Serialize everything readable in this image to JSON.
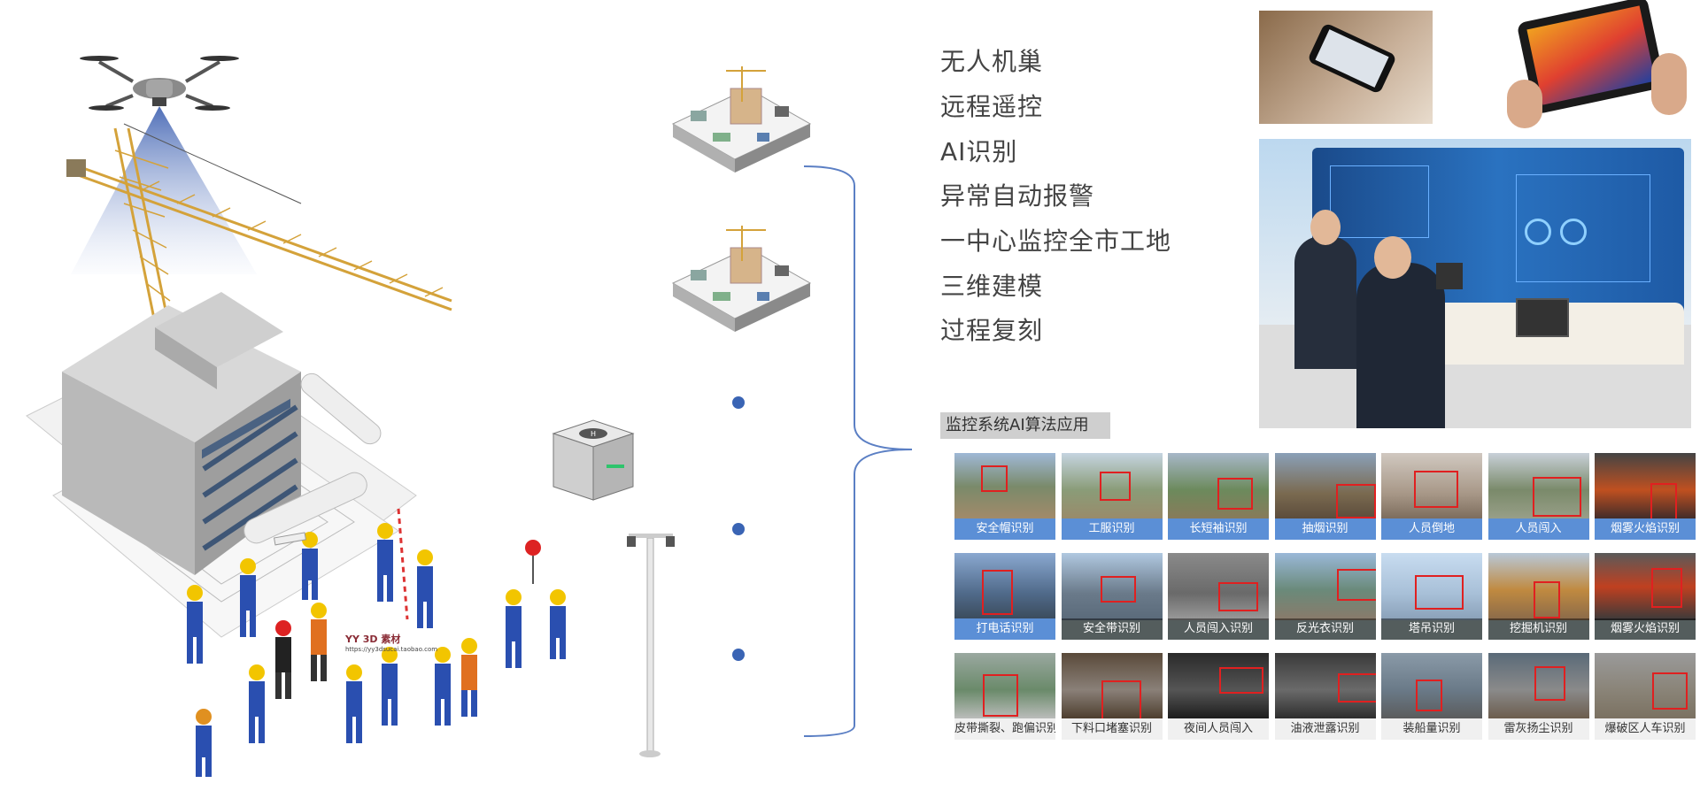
{
  "features": [
    "无人机巢",
    "远程遥控",
    "AI识别",
    "异常自动报警",
    "一中心监控全市工地",
    "三维建模",
    "过程复刻"
  ],
  "section_label": "监控系统AI算法应用",
  "watermark": {
    "title": "YY 3D 素材",
    "url": "https://yy3dsucai.taobao.com"
  },
  "tiles": [
    {
      "label": "安全帽识别",
      "style": "blue"
    },
    {
      "label": "工服识别",
      "style": "blue"
    },
    {
      "label": "长短袖识别",
      "style": "blue"
    },
    {
      "label": "抽烟识别",
      "style": "blue"
    },
    {
      "label": "人员倒地",
      "style": "blue"
    },
    {
      "label": "人员闯入",
      "style": "blue"
    },
    {
      "label": "烟雾火焰识别",
      "style": "blue"
    },
    {
      "label": "打电话识别",
      "style": "blue"
    },
    {
      "label": "安全带识别",
      "style": "dark"
    },
    {
      "label": "人员闯入识别",
      "style": "dark"
    },
    {
      "label": "反光衣识别",
      "style": "dark"
    },
    {
      "label": "塔吊识别",
      "style": "dark"
    },
    {
      "label": "挖掘机识别",
      "style": "dark"
    },
    {
      "label": "烟雾火焰识别",
      "style": "dark"
    },
    {
      "label": "皮带撕裂、跑偏识别",
      "style": "light"
    },
    {
      "label": "下料口堵塞识别",
      "style": "light"
    },
    {
      "label": "夜间人员闯入",
      "style": "light"
    },
    {
      "label": "油液泄露识别",
      "style": "light"
    },
    {
      "label": "装船量识别",
      "style": "light"
    },
    {
      "label": "雷灰扬尘识别",
      "style": "light"
    },
    {
      "label": "爆破区人车识别",
      "style": "light"
    }
  ]
}
